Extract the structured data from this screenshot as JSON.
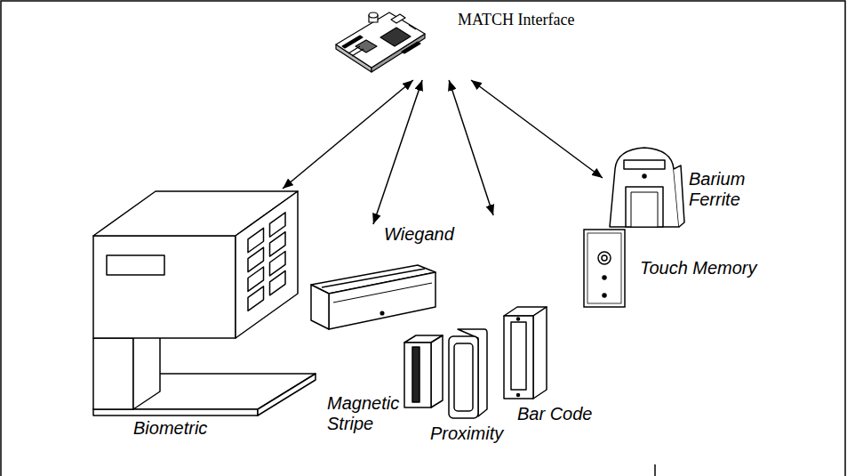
{
  "diagram": {
    "nodes": [
      {
        "text": [
          "MATCH Interface"
        ]
      },
      {
        "text": [
          "Biometric"
        ]
      },
      {
        "text": [
          "Wiegand"
        ]
      },
      {
        "text": [
          "Magnetic Stripe"
        ]
      },
      {
        "text": [
          "Proximity"
        ]
      },
      {
        "text": [
          "Bar Code"
        ]
      },
      {
        "text": [
          "Touch Memory"
        ]
      },
      {
        "text": [
          "Barium Ferrite"
        ]
      }
    ],
    "edges": [
      {
        "from": 0,
        "to": 1,
        "arrow": "both"
      },
      {
        "from": 0,
        "to": 2,
        "arrow": "both"
      },
      {
        "from": 0,
        "to": 4,
        "arrow": "both"
      },
      {
        "from": 0,
        "to": 7,
        "arrow": "both"
      }
    ]
  }
}
